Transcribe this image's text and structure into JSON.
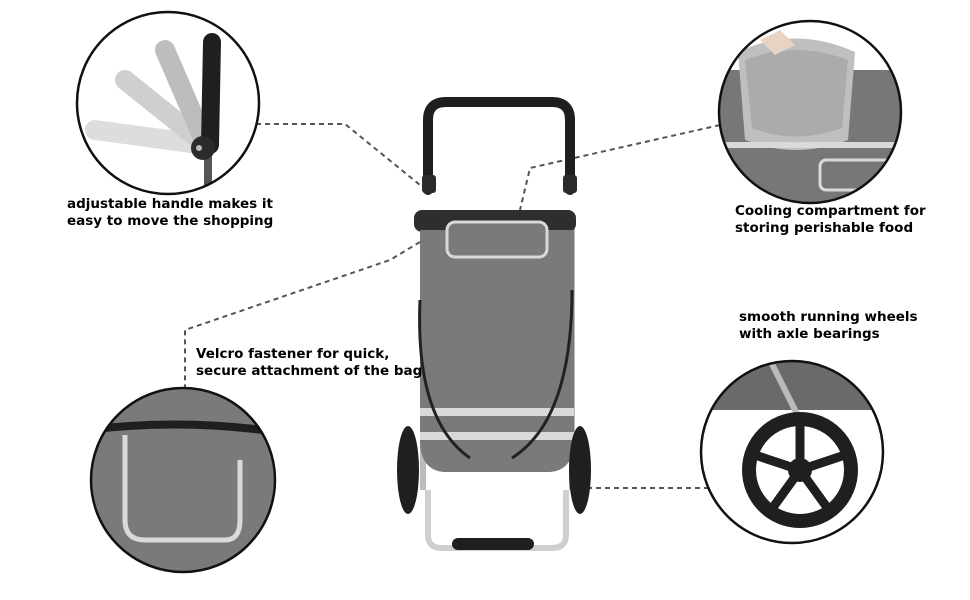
{
  "features": {
    "handle": {
      "lines": [
        "adjustable handle makes it",
        "easy to move the shopping"
      ]
    },
    "cooling": {
      "lines": [
        "Cooling compartment for",
        "storing perishable food"
      ]
    },
    "wheels": {
      "lines": [
        "smooth running wheels",
        "with axle bearings"
      ]
    },
    "velcro": {
      "lines": [
        "Velcro fastener for quick,",
        "secure attachment of the bag"
      ]
    }
  },
  "colors": {
    "bag": "#7a7a7a",
    "frame": "#1f1f1f",
    "trim": "#d9d9d9",
    "circle_border": "#111111",
    "leader_line": "#555555"
  },
  "icons": [
    "handle-icon",
    "cooling-bag-icon",
    "wheel-icon",
    "velcro-flap-icon",
    "trolley-icon"
  ]
}
